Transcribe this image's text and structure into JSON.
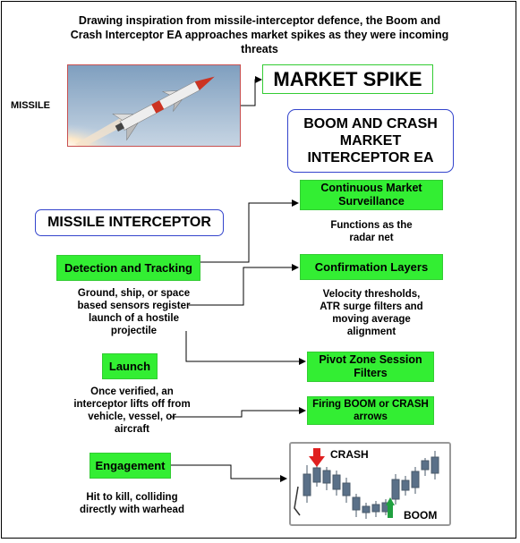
{
  "title": "Drawing inspiration from missile-interceptor  defence, the Boom and Crash  Interceptor EA approaches market spikes as they were incoming threats",
  "missile_label": "MISSILE",
  "market_spike": "MARKET SPIKE",
  "ea_title": "BOOM AND CRASH MARKET INTERCEPTOR EA",
  "interceptor_title": "MISSILE INTERCEPTOR",
  "left_steps": [
    {
      "label": "Detection and Tracking",
      "desc": "Ground, ship, or space based sensors register launch of a hostile projectile"
    },
    {
      "label": "Launch",
      "desc": "Once verified, an interceptor lifts off from  vehicle, vessel, or aircraft"
    },
    {
      "label": "Engagement",
      "desc": "Hit to kill, colliding directly with warhead"
    }
  ],
  "right_steps": [
    {
      "label": "Continuous Market Surveillance",
      "desc": "Functions as the radar net"
    },
    {
      "label": "Confirmation Layers",
      "desc": "Velocity thresholds, ATR surge filters and moving average alignment"
    },
    {
      "label": "Pivot Zone Session Filters",
      "desc": ""
    },
    {
      "label": "Firing BOOM or CRASH arrows",
      "desc": ""
    }
  ],
  "chart_labels": {
    "crash": "CRASH",
    "boom": "BOOM"
  },
  "colors": {
    "green_box": "#33ee33",
    "outline_blue": "#3344cc",
    "outline_green": "#33cc33",
    "crash_arrow": "#e02020",
    "boom_arrow": "#20a040",
    "candle": "#5a7088"
  }
}
